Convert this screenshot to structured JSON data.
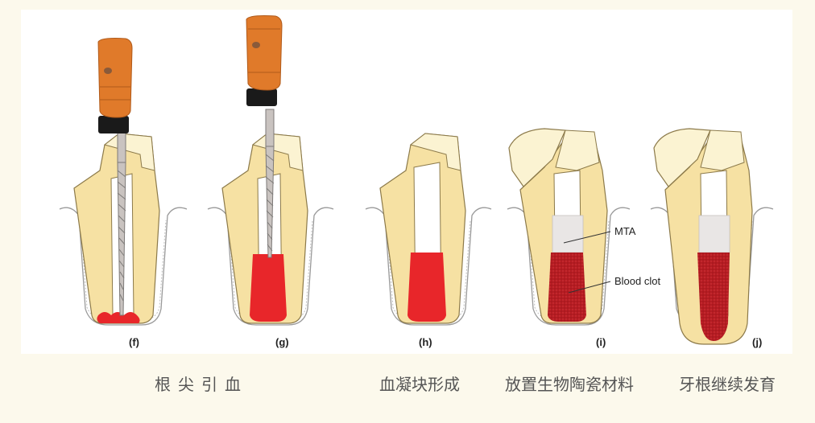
{
  "panels": [
    {
      "label": "(f)"
    },
    {
      "label": "(g)"
    },
    {
      "label": "(h)"
    },
    {
      "label": "(i)"
    },
    {
      "label": "(j)"
    }
  ],
  "annotations": {
    "mta": "MTA",
    "blood_clot": "Blood clot"
  },
  "captions": [
    "根尖引血",
    "血凝块形成",
    "放置生物陶瓷材料",
    "牙根继续发育"
  ],
  "colors": {
    "background": "#fcf9ec",
    "dentin": "#f6e1a3",
    "enamel": "#fbf3d2",
    "blood": "#e8262a",
    "clot": "#b61c22",
    "handle": "#e07a2a",
    "file": "#c9c3c0"
  }
}
